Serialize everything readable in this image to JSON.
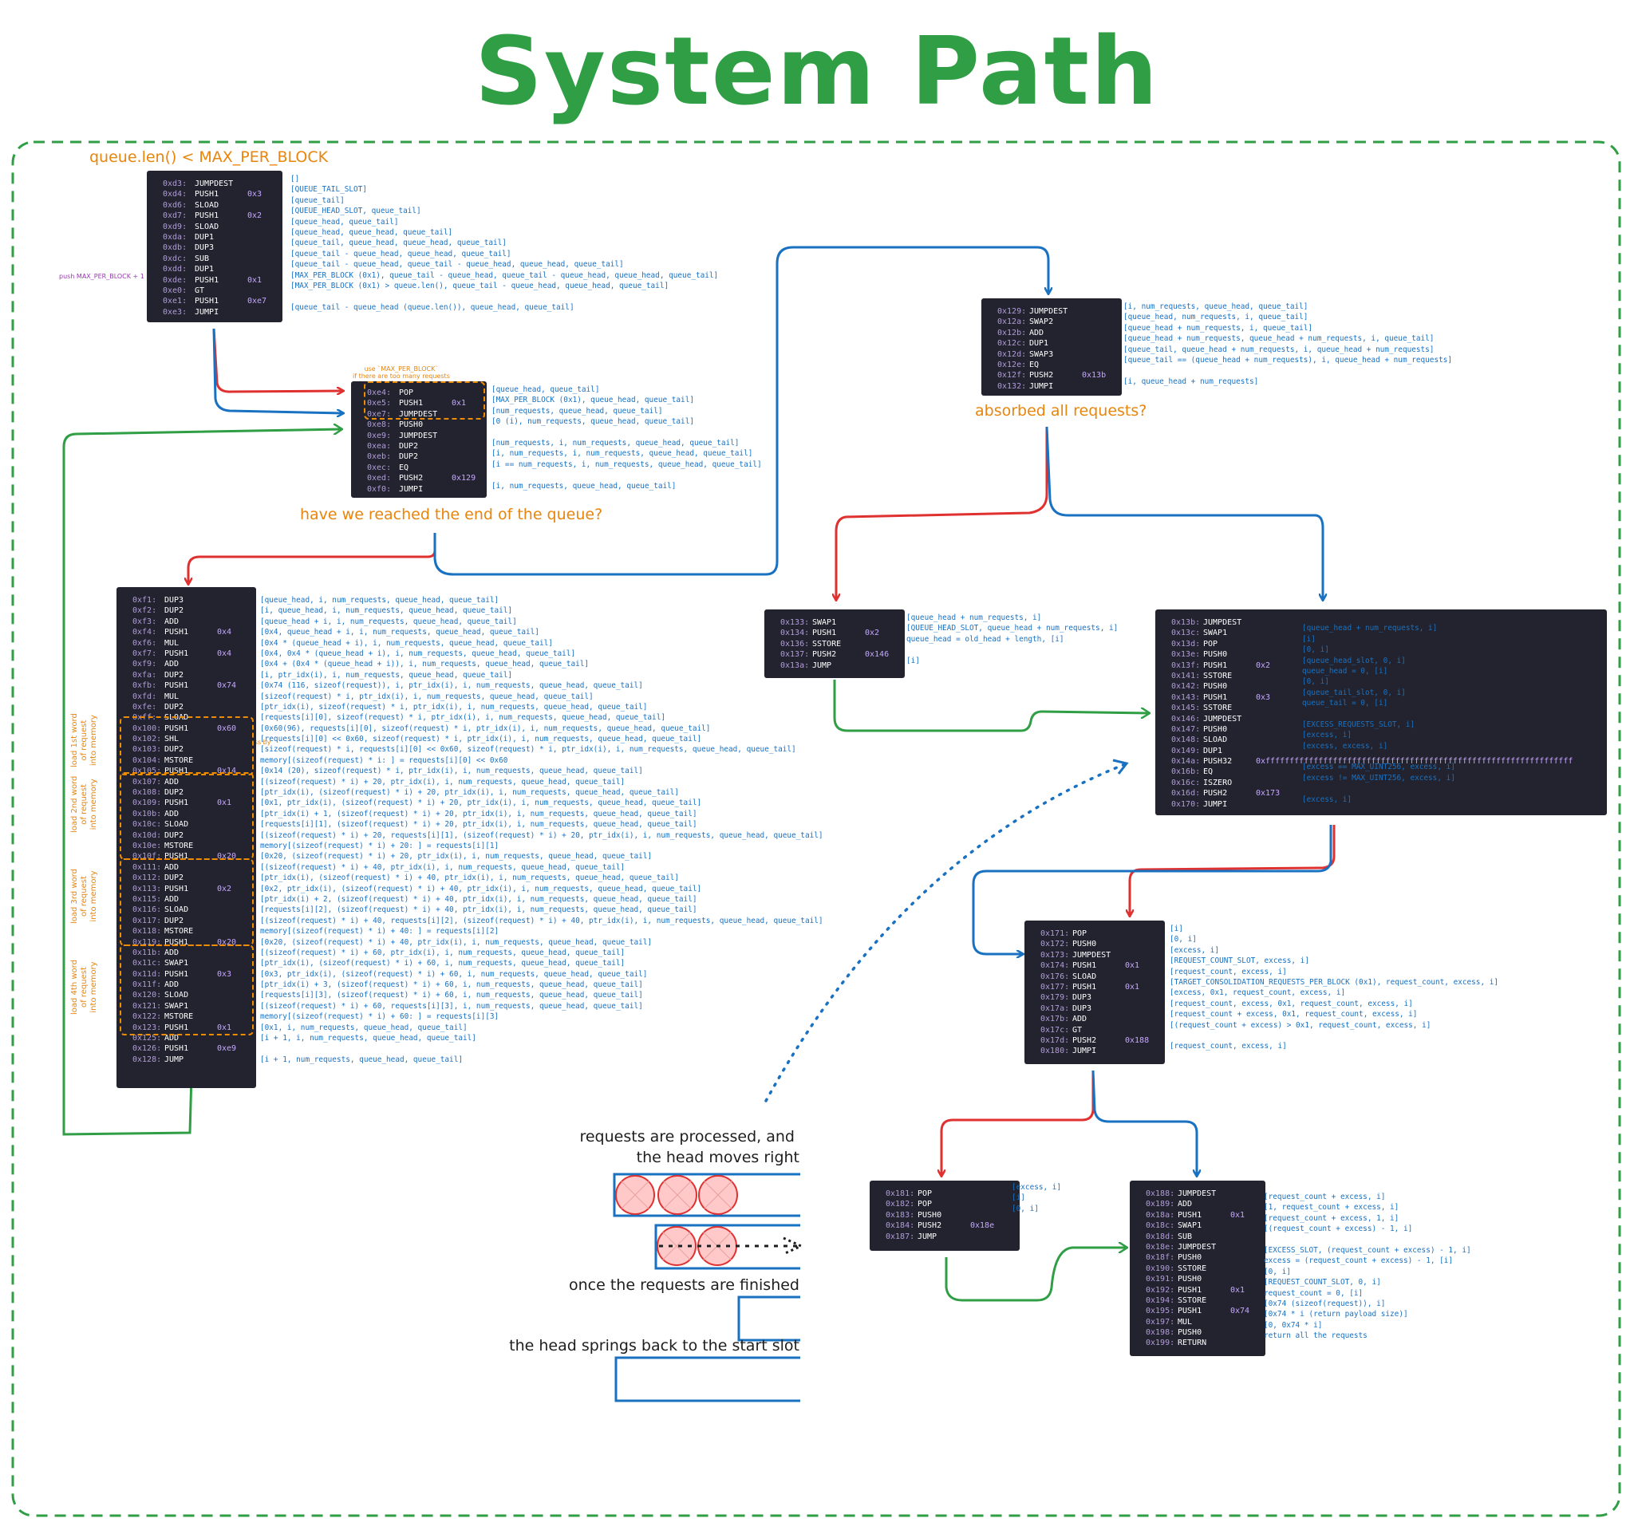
{
  "title": "System Path",
  "labels": {
    "len_check": "queue.len() < MAX_PER_BLOCK",
    "absorbed": "absorbed all requests?",
    "end_of_queue": "have we reached the end of the queue?",
    "word1": "load 1st word\nof request\ninto memory",
    "word2": "load 2nd word\nof request\ninto memory",
    "word3": "load 3rd word\nof request\ninto memory",
    "word4": "load 4th word\nof request\ninto memory",
    "push_note": "push MAX_PER_BLOCK + 1",
    "max_note": "use `MAX_PER_BLOCK`\nif there are too many requests\nin the queue",
    "align_note": "align the address by"
  },
  "notes": {
    "processed_1": "requests are processed, and",
    "processed_2": "the head moves right",
    "finished": "once the requests are finished",
    "springs": "the head springs back to the start slot"
  },
  "colors": {
    "green": "#2f9e44",
    "red": "#e03131",
    "blue": "#1971c2",
    "orange": "#f08c00",
    "code_bg": "#22232e",
    "circle_fill": "#ffc9c9",
    "circle_stroke": "#e03131"
  },
  "blocks": [
    {
      "id": "b1",
      "rows": [
        [
          "0xd3:",
          "JUMPDEST",
          ""
        ],
        [
          "0xd4:",
          "PUSH1",
          "0x3"
        ],
        [
          "0xd6:",
          "SLOAD",
          ""
        ],
        [
          "0xd7:",
          "PUSH1",
          "0x2"
        ],
        [
          "0xd9:",
          "SLOAD",
          ""
        ],
        [
          "0xda:",
          "DUP1",
          ""
        ],
        [
          "0xdb:",
          "DUP3",
          ""
        ],
        [
          "0xdc:",
          "SUB",
          ""
        ],
        [
          "0xdd:",
          "DUP1",
          ""
        ],
        [
          "0xde:",
          "PUSH1",
          "0x1"
        ],
        [
          "0xe0:",
          "GT",
          ""
        ],
        [
          "0xe1:",
          "PUSH1",
          "0xe7"
        ],
        [
          "0xe3:",
          "JUMPI",
          ""
        ]
      ],
      "comments": [
        "[]",
        "[QUEUE_TAIL_SLOT]",
        "[queue_tail]",
        "[QUEUE_HEAD_SLOT, queue_tail]",
        "[queue_head, queue_tail]",
        "[queue_head, queue_head, queue_tail]",
        "[queue_tail, queue_head, queue_head, queue_tail]",
        "[queue_tail - queue_head, queue_head, queue_tail]",
        "[queue_tail - queue_head, queue_tail - queue_head, queue_head, queue_tail]",
        "[MAX_PER_BLOCK (0x1), queue_tail - queue_head, queue_tail - queue_head, queue_head, queue_tail]",
        "[MAX_PER_BLOCK (0x1) > queue.len(), queue_tail - queue_head, queue_head, queue_tail]",
        "",
        "[queue_tail - queue_head (queue.len()), queue_head, queue_tail]"
      ]
    },
    {
      "id": "b2",
      "rows": [
        [
          "0xe4:",
          "POP",
          ""
        ],
        [
          "0xe5:",
          "PUSH1",
          "0x1"
        ],
        [
          "0xe7:",
          "JUMPDEST",
          ""
        ],
        [
          "0xe8:",
          "PUSH0",
          ""
        ],
        [
          "0xe9:",
          "JUMPDEST",
          ""
        ],
        [
          "0xea:",
          "DUP2",
          ""
        ],
        [
          "0xeb:",
          "DUP2",
          ""
        ],
        [
          "0xec:",
          "EQ",
          ""
        ],
        [
          "0xed:",
          "PUSH2",
          "0x129"
        ],
        [
          "0xf0:",
          "JUMPI",
          ""
        ]
      ],
      "comments": [
        "[queue_head, queue_tail]",
        "[MAX_PER_BLOCK (0x1), queue_head, queue_tail]",
        "[num_requests, queue_head, queue_tail]",
        "[0 (i), num_requests, queue_head, queue_tail]",
        "",
        "[num_requests, i, num_requests, queue_head, queue_tail]",
        "[i, num_requests, i, num_requests, queue_head, queue_tail]",
        "[i == num_requests, i, num_requests, queue_head, queue_tail]",
        "",
        "[i, num_requests, queue_head, queue_tail]"
      ]
    },
    {
      "id": "b3",
      "rows": [
        [
          "0x129:",
          "JUMPDEST",
          ""
        ],
        [
          "0x12a:",
          "SWAP2",
          ""
        ],
        [
          "0x12b:",
          "ADD",
          ""
        ],
        [
          "0x12c:",
          "DUP1",
          ""
        ],
        [
          "0x12d:",
          "SWAP3",
          ""
        ],
        [
          "0x12e:",
          "EQ",
          ""
        ],
        [
          "0x12f:",
          "PUSH2",
          "0x13b"
        ],
        [
          "0x132:",
          "JUMPI",
          ""
        ]
      ],
      "comments": [
        "[i, num_requests, queue_head, queue_tail]",
        "[queue_head, num_requests, i, queue_tail]",
        "[queue_head + num_requests, i, queue_tail]",
        "[queue_head + num_requests, queue_head + num_requests, i, queue_tail]",
        "[queue_tail, queue_head + num_requests, i, queue_head + num_requests]",
        "[queue_tail == (queue_head + num_requests), i, queue_head + num_requests]",
        "",
        "[i, queue_head + num_requests]"
      ]
    },
    {
      "id": "b4",
      "rows": [
        [
          "0xf1:",
          "DUP3",
          ""
        ],
        [
          "0xf2:",
          "DUP2",
          ""
        ],
        [
          "0xf3:",
          "ADD",
          ""
        ],
        [
          "0xf4:",
          "PUSH1",
          "0x4"
        ],
        [
          "0xf6:",
          "MUL",
          ""
        ],
        [
          "0xf7:",
          "PUSH1",
          "0x4"
        ],
        [
          "0xf9:",
          "ADD",
          ""
        ],
        [
          "0xfa:",
          "DUP2",
          ""
        ],
        [
          "0xfb:",
          "PUSH1",
          "0x74"
        ],
        [
          "0xfd:",
          "MUL",
          ""
        ],
        [
          "0xfe:",
          "DUP2",
          ""
        ],
        [
          "0xff:",
          "SLOAD",
          ""
        ],
        [
          "0x100:",
          "PUSH1",
          "0x60"
        ],
        [
          "0x102:",
          "SHL",
          ""
        ],
        [
          "0x103:",
          "DUP2",
          ""
        ],
        [
          "0x104:",
          "MSTORE",
          ""
        ],
        [
          "0x105:",
          "PUSH1",
          "0x14"
        ],
        [
          "0x107:",
          "ADD",
          ""
        ],
        [
          "0x108:",
          "DUP2",
          ""
        ],
        [
          "0x109:",
          "PUSH1",
          "0x1"
        ],
        [
          "0x10b:",
          "ADD",
          ""
        ],
        [
          "0x10c:",
          "SLOAD",
          ""
        ],
        [
          "0x10d:",
          "DUP2",
          ""
        ],
        [
          "0x10e:",
          "MSTORE",
          ""
        ],
        [
          "0x10f:",
          "PUSH1",
          "0x20"
        ],
        [
          "0x111:",
          "ADD",
          ""
        ],
        [
          "0x112:",
          "DUP2",
          ""
        ],
        [
          "0x113:",
          "PUSH1",
          "0x2"
        ],
        [
          "0x115:",
          "ADD",
          ""
        ],
        [
          "0x116:",
          "SLOAD",
          ""
        ],
        [
          "0x117:",
          "DUP2",
          ""
        ],
        [
          "0x118:",
          "MSTORE",
          ""
        ],
        [
          "0x119:",
          "PUSH1",
          "0x20"
        ],
        [
          "0x11b:",
          "ADD",
          ""
        ],
        [
          "0x11c:",
          "SWAP1",
          ""
        ],
        [
          "0x11d:",
          "PUSH1",
          "0x3"
        ],
        [
          "0x11f:",
          "ADD",
          ""
        ],
        [
          "0x120:",
          "SLOAD",
          ""
        ],
        [
          "0x121:",
          "SWAP1",
          ""
        ],
        [
          "0x122:",
          "MSTORE",
          ""
        ],
        [
          "0x123:",
          "PUSH1",
          "0x1"
        ],
        [
          "0x125:",
          "ADD",
          ""
        ],
        [
          "0x126:",
          "PUSH1",
          "0xe9"
        ],
        [
          "0x128:",
          "JUMP",
          ""
        ]
      ],
      "comments": [
        "[queue_head, i, num_requests, queue_head, queue_tail]",
        "[i, queue_head, i, num_requests, queue_head, queue_tail]",
        "[queue_head + i, i, num_requests, queue_head, queue_tail]",
        "[0x4, queue_head + i, i, num_requests, queue_head, queue_tail]",
        "[0x4 * (queue_head + i), i, num_requests, queue_head, queue_tail]",
        "[0x4, 0x4 * (queue_head + i), i, num_requests, queue_head, queue_tail]",
        "[0x4 + (0x4 * (queue_head + i)), i, num_requests, queue_head, queue_tail]",
        "[i, ptr_idx(i), i, num_requests, queue_head, queue_tail]",
        "[0x74 (116, sizeof(request)), i, ptr_idx(i), i, num_requests, queue_head, queue_tail]",
        "[sizeof(request) * i, ptr_idx(i), i, num_requests, queue_head, queue_tail]",
        "[ptr_idx(i), sizeof(request) * i, ptr_idx(i), i, num_requests, queue_head, queue_tail]",
        "[requests[i][0], sizeof(request) * i, ptr_idx(i), i, num_requests, queue_head, queue_tail]",
        "[0x60(96), requests[i][0], sizeof(request) * i, ptr_idx(i), i, num_requests, queue_head, queue_tail]",
        "[requests[i][0] << 0x60, sizeof(request) * i, ptr_idx(i), i, num_requests, queue_head, queue_tail]",
        "[sizeof(request) * i, requests[i][0] << 0x60, sizeof(request) * i, ptr_idx(i), i, num_requests, queue_head, queue_tail]",
        "memory[(sizeof(request) * i: ] = requests[i][0] << 0x60",
        "[0x14 (20), sizeof(request) * i, ptr_idx(i), i, num_requests, queue_head, queue_tail]",
        "[(sizeof(request) * i) + 20, ptr_idx(i), i, num_requests, queue_head, queue_tail]",
        "[ptr_idx(i), (sizeof(request) * i) + 20, ptr_idx(i), i, num_requests, queue_head, queue_tail]",
        "[0x1, ptr_idx(i), (sizeof(request) * i) + 20, ptr_idx(i), i, num_requests, queue_head, queue_tail]",
        "[ptr_idx(i) + 1, (sizeof(request) * i) + 20, ptr_idx(i), i, num_requests, queue_head, queue_tail]",
        "[requests[i][1], (sizeof(request) * i) + 20, ptr_idx(i), i, num_requests, queue_head, queue_tail]",
        "[(sizeof(request) * i) + 20, requests[i][1], (sizeof(request) * i) + 20, ptr_idx(i), i, num_requests, queue_head, queue_tail]",
        "memory[(sizeof(request) * i) + 20: ] = requests[i][1]",
        "[0x20, (sizeof(request) * i) + 20, ptr_idx(i), i, num_requests, queue_head, queue_tail]",
        "[(sizeof(request) * i) + 40, ptr_idx(i), i, num_requests, queue_head, queue_tail]",
        "[ptr_idx(i), (sizeof(request) * i) + 40, ptr_idx(i), i, num_requests, queue_head, queue_tail]",
        "[0x2, ptr_idx(i), (sizeof(request) * i) + 40, ptr_idx(i), i, num_requests, queue_head, queue_tail]",
        "[ptr_idx(i) + 2, (sizeof(request) * i) + 40, ptr_idx(i), i, num_requests, queue_head, queue_tail]",
        "[requests[i][2], (sizeof(request) * i) + 40, ptr_idx(i), i, num_requests, queue_head, queue_tail]",
        "  [(sizeof(request) * i) + 40, requests[i][2], (sizeof(request) * i) + 40, ptr_idx(i), i, num_requests, queue_head, queue_tail]",
        "memory[(sizeof(request) * i) + 40: ] = requests[i][2]",
        "[0x20, (sizeof(request) * i) + 40, ptr_idx(i), i, num_requests, queue_head, queue_tail]",
        "[(sizeof(request) * i) + 60, ptr_idx(i), i, num_requests, queue_head, queue_tail]",
        "[ptr_idx(i), (sizeof(request) * i) + 60, i, num_requests, queue_head, queue_tail]",
        "[0x3, ptr_idx(i), (sizeof(request) * i) + 60, i, num_requests, queue_head, queue_tail]",
        "[ptr_idx(i) + 3, (sizeof(request) * i) + 60, i, num_requests, queue_head, queue_tail]",
        "[requests[i][3], (sizeof(request) * i) + 60, i, num_requests, queue_head, queue_tail]",
        "[(sizeof(request) * i) + 60, requests[i][3], i, num_requests, queue_head, queue_tail]",
        "memory[(sizeof(request) * i) + 60: ] = requests[i][3]",
        "[0x1, i, num_requests, queue_head, queue_tail]",
        "[i + 1, i, num_requests, queue_head, queue_tail]",
        "",
        "[i + 1, num_requests, queue_head, queue_tail]"
      ]
    },
    {
      "id": "b5",
      "rows": [
        [
          "0x133:",
          "SWAP1",
          ""
        ],
        [
          "0x134:",
          "PUSH1",
          "0x2"
        ],
        [
          "0x136:",
          "SSTORE",
          ""
        ],
        [
          "0x137:",
          "PUSH2",
          "0x146"
        ],
        [
          "0x13a:",
          "JUMP",
          ""
        ]
      ],
      "comments": [
        "[queue_head + num_requests, i]",
        "[QUEUE_HEAD_SLOT, queue_head + num_requests, i]",
        "queue_head = old_head + length, [i]",
        "",
        "[i]"
      ]
    },
    {
      "id": "b6",
      "rows": [
        [
          "0x13b:",
          "JUMPDEST",
          ""
        ],
        [
          "0x13c:",
          "SWAP1",
          ""
        ],
        [
          "0x13d:",
          "POP",
          ""
        ],
        [
          "0x13e:",
          "PUSH0",
          ""
        ],
        [
          "0x13f:",
          "PUSH1",
          "0x2"
        ],
        [
          "0x141:",
          "SSTORE",
          ""
        ],
        [
          "0x142:",
          "PUSH0",
          ""
        ],
        [
          "0x143:",
          "PUSH1",
          "0x3"
        ],
        [
          "0x145:",
          "SSTORE",
          ""
        ],
        [
          "0x146:",
          "JUMPDEST",
          ""
        ],
        [
          "0x147:",
          "PUSH0",
          ""
        ],
        [
          "0x148:",
          "SLOAD",
          ""
        ],
        [
          "0x149:",
          "DUP1",
          ""
        ],
        [
          "0x14a:",
          "PUSH32",
          "0xffffffffffffffffffffffffffffffffffffffffffffffffffffffffffffffff"
        ],
        [
          "0x16b:",
          "EQ",
          ""
        ],
        [
          "0x16c:",
          "ISZERO",
          ""
        ],
        [
          "0x16d:",
          "PUSH2",
          "0x173"
        ],
        [
          "0x170:",
          "JUMPI",
          ""
        ]
      ],
      "comments": [
        "",
        "[queue_head + num_requests, i]",
        "[i]",
        "[0, i]",
        "[queue_head_slot, 0, i]",
        "queue_head = 0, [i]",
        "[0, i]",
        "[queue_tail_slot, 0, i]",
        "queue_tail = 0, [i]",
        "",
        "[EXCESS_REQUESTS_SLOT, i]",
        "[excess, i]",
        "[excess, excess, i]",
        "",
        "[excess == MAX_UINT256, excess, i]",
        "[excess != MAX_UINT256, excess, i]",
        "",
        "[excess, i]"
      ]
    },
    {
      "id": "b7",
      "rows": [
        [
          "0x171:",
          "POP",
          ""
        ],
        [
          "0x172:",
          "PUSH0",
          ""
        ],
        [
          "0x173:",
          "JUMPDEST",
          ""
        ],
        [
          "0x174:",
          "PUSH1",
          "0x1"
        ],
        [
          "0x176:",
          "SLOAD",
          ""
        ],
        [
          "0x177:",
          "PUSH1",
          "0x1"
        ],
        [
          "0x179:",
          "DUP3",
          ""
        ],
        [
          "0x17a:",
          "DUP3",
          ""
        ],
        [
          "0x17b:",
          "ADD",
          ""
        ],
        [
          "0x17c:",
          "GT",
          ""
        ],
        [
          "0x17d:",
          "PUSH2",
          "0x188"
        ],
        [
          "0x180:",
          "JUMPI",
          ""
        ]
      ],
      "comments": [
        "[i]",
        "[0, i]",
        "[excess, i]",
        "[REQUEST_COUNT_SLOT, excess, i]",
        "[request_count, excess, i]",
        "[TARGET_CONSOLIDATION_REQUESTS_PER_BLOCK (0x1), request_count, excess, i]",
        "[excess, 0x1, request_count, excess, i]",
        "[request_count, excess, 0x1, request_count, excess, i]",
        "[request_count + excess, 0x1, request_count, excess, i]",
        "[(request_count + excess) > 0x1, request_count, excess, i]",
        "",
        "[request_count, excess, i]"
      ]
    },
    {
      "id": "b8",
      "rows": [
        [
          "0x181:",
          "POP",
          ""
        ],
        [
          "0x182:",
          "POP",
          ""
        ],
        [
          "0x183:",
          "PUSH0",
          ""
        ],
        [
          "0x184:",
          "PUSH2",
          "0x18e"
        ],
        [
          "0x187:",
          "JUMP",
          ""
        ]
      ],
      "comments": [
        "[excess, i]",
        "[i]",
        "[0, i]",
        "",
        ""
      ]
    },
    {
      "id": "b9",
      "rows": [
        [
          "0x188:",
          "JUMPDEST",
          ""
        ],
        [
          "0x189:",
          "ADD",
          ""
        ],
        [
          "0x18a:",
          "PUSH1",
          "0x1"
        ],
        [
          "0x18c:",
          "SWAP1",
          ""
        ],
        [
          "0x18d:",
          "SUB",
          ""
        ],
        [
          "0x18e:",
          "JUMPDEST",
          ""
        ],
        [
          "0x18f:",
          "PUSH0",
          ""
        ],
        [
          "0x190:",
          "SSTORE",
          ""
        ],
        [
          "0x191:",
          "PUSH0",
          ""
        ],
        [
          "0x192:",
          "PUSH1",
          "0x1"
        ],
        [
          "0x194:",
          "SSTORE",
          ""
        ],
        [
          "0x195:",
          "PUSH1",
          "0x74"
        ],
        [
          "0x197:",
          "MUL",
          ""
        ],
        [
          "0x198:",
          "PUSH0",
          ""
        ],
        [
          "0x199:",
          "RETURN",
          ""
        ]
      ],
      "comments": [
        "[request_count + excess, i]",
        "[1, request_count + excess, i]",
        "[request_count + excess, 1, i]",
        "[(request_count + excess) - 1, i]",
        "",
        "[EXCESS_SLOT, (request_count + excess) - 1, i]",
        "excess = (request_count + excess) - 1, [i]",
        "[0, i]",
        "[REQUEST_COUNT_SLOT, 0, i]",
        "request_count = 0, [i]",
        "[0x74 (sizeof(request)), i]",
        "[0x74 * i (return payload size)]",
        "[0, 0x74 * i]",
        "return all the requests",
        ""
      ]
    }
  ]
}
